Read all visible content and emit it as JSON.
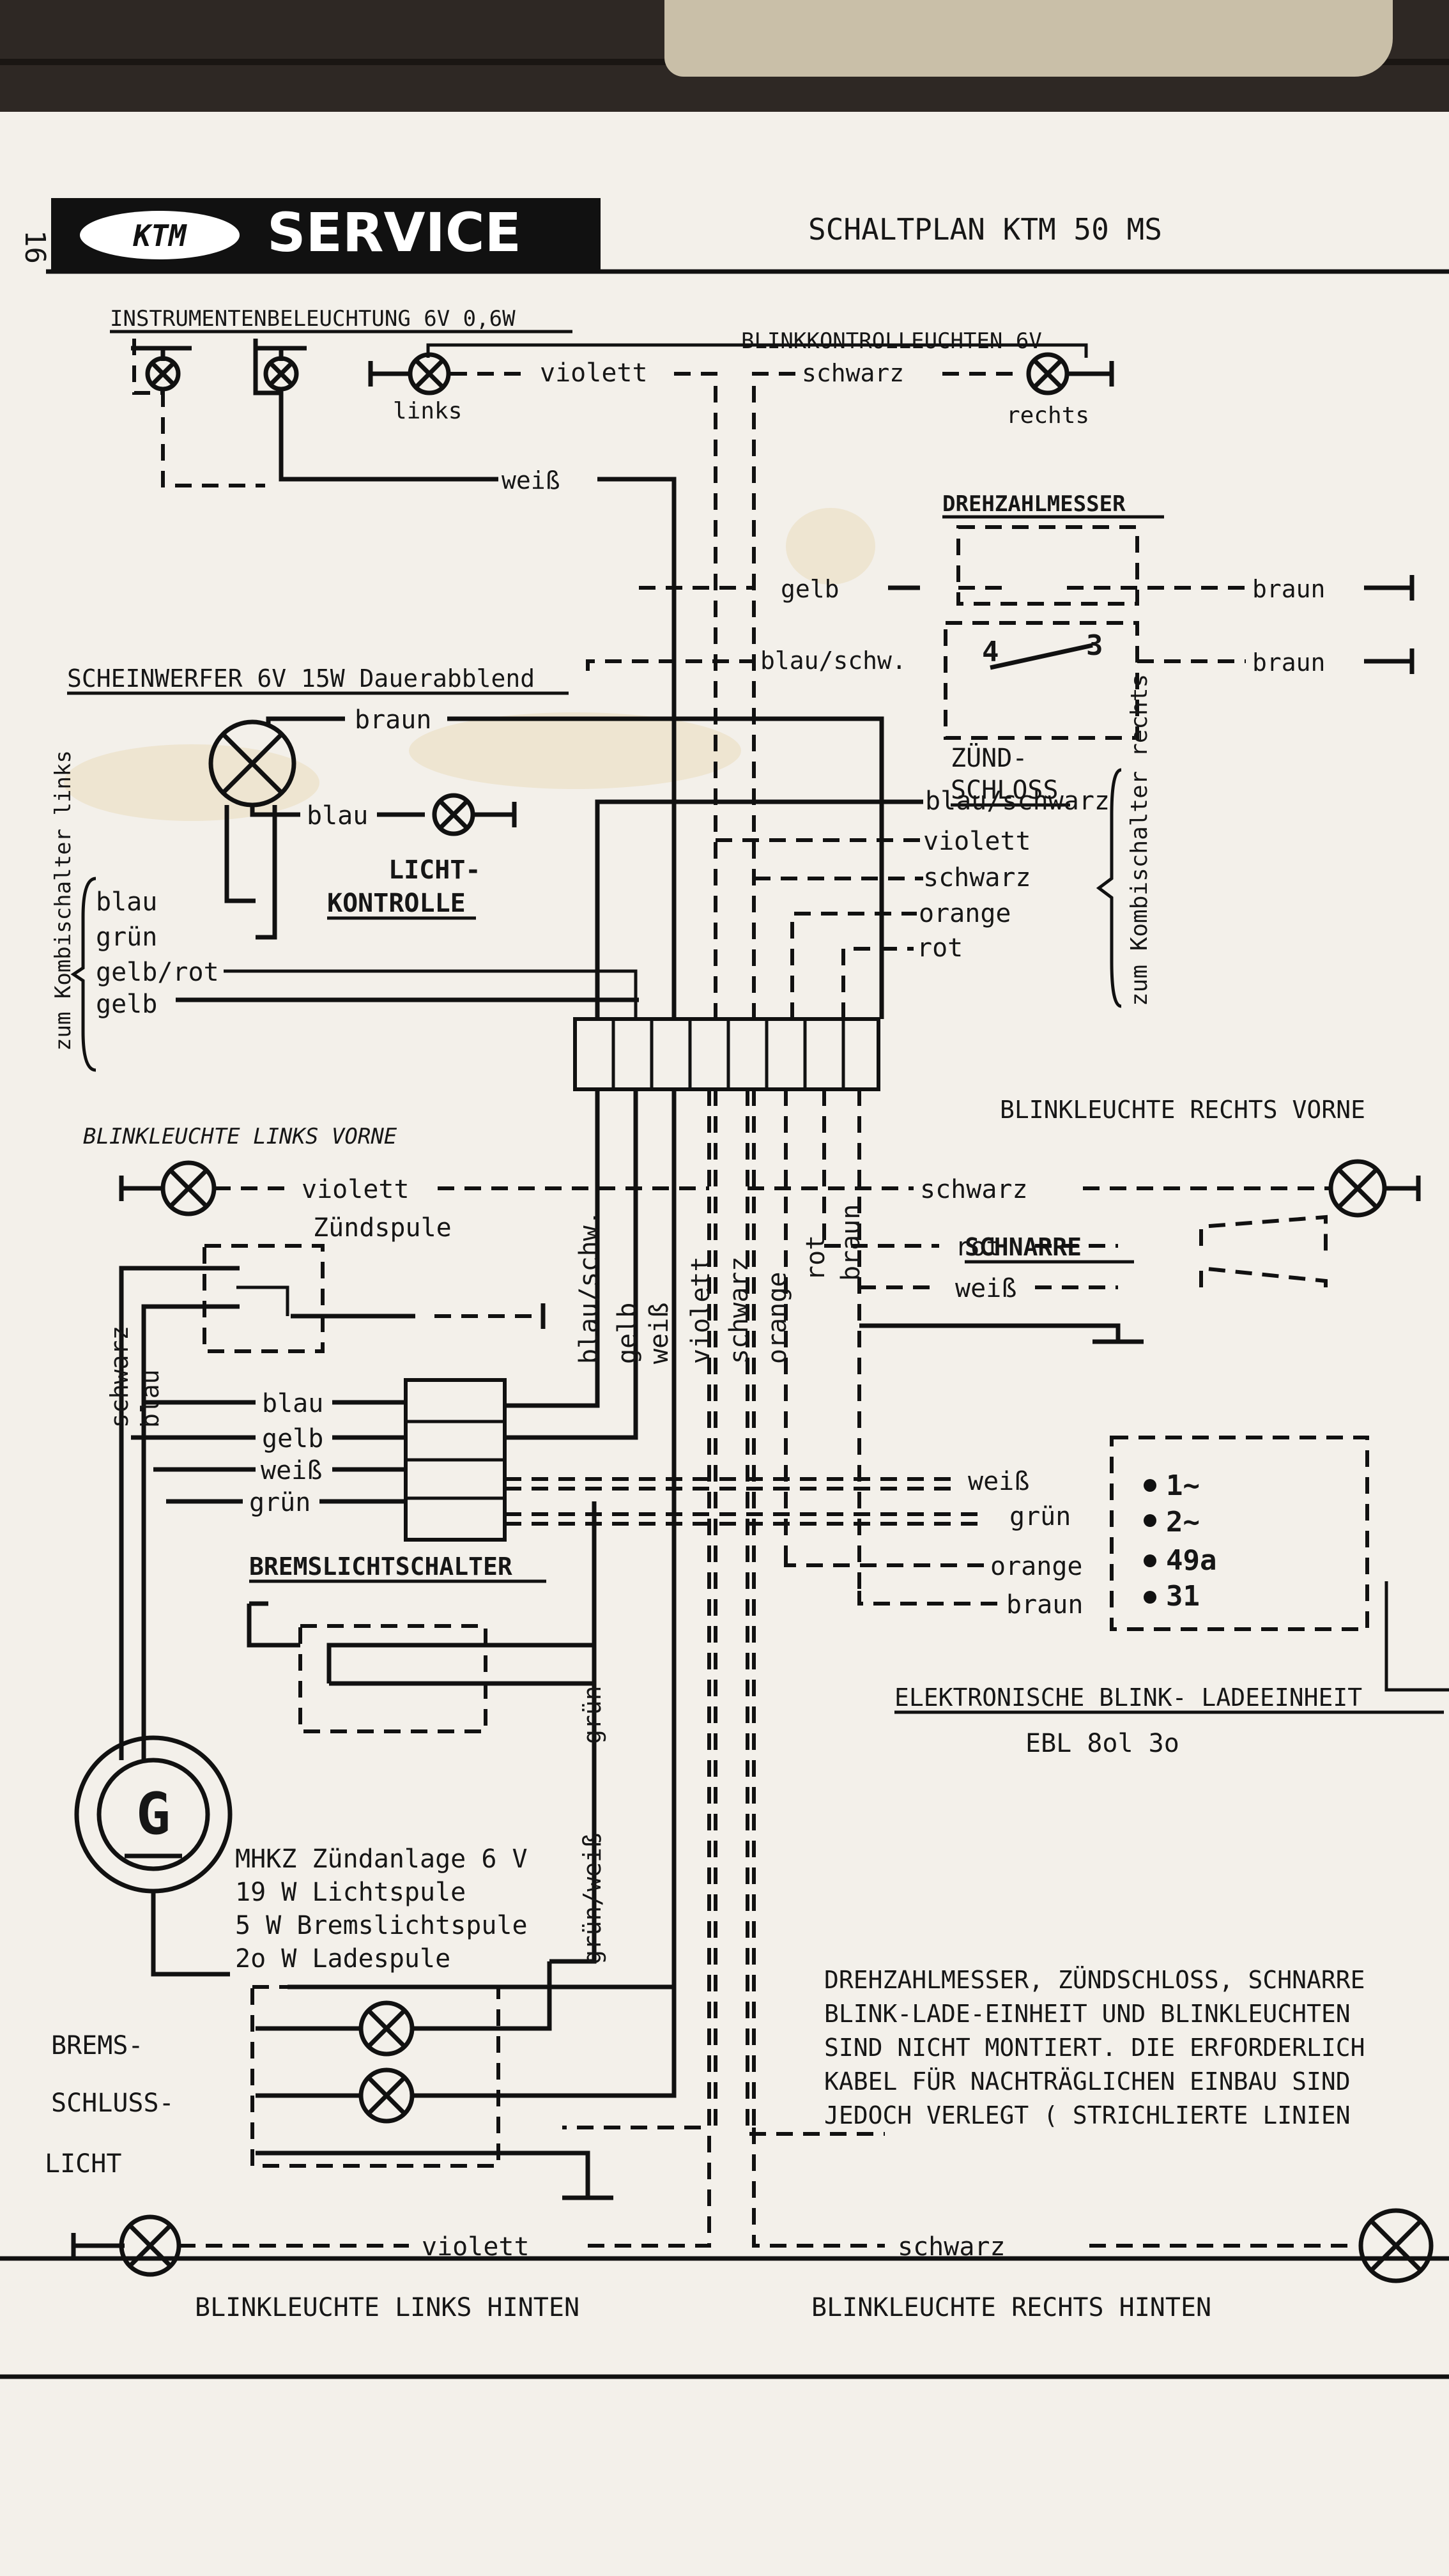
{
  "page_number": "16",
  "brand": {
    "logo_text": "KTM",
    "service_text": "SERVICE"
  },
  "title": "SCHALTPLAN  KTM 50 MS",
  "labels": {
    "instrument_light": "INSTRUMENTENBELEUCHTUNG 6V 0,6W",
    "blink_control": "BLINKKONTROLLEUCHTEN 6V",
    "links": "links",
    "rechts": "rechts",
    "violett": "violett",
    "schwarz": "schwarz",
    "weiss": "weiß",
    "drehzahlmesser": "DREHZAHLMESSER",
    "gelb": "gelb",
    "braun": "braun",
    "blau_schw": "blau/schw.",
    "zuendschloss_1": "ZÜND-",
    "zuendschloss_2": "SCHLOSS",
    "pin4": "4",
    "pin3": "3",
    "scheinwerfer": "SCHEINWERFER 6V 15W Dauerabblend",
    "blau": "blau",
    "licht_1": "LICHT-",
    "licht_2": "KONTROLLE",
    "blau_schwarz": "blau/schwarz",
    "orange": "orange",
    "rot": "rot",
    "kombischalter_rechts": "zum Kombischalter rechts",
    "kombischalter_links": "zum Kombischalter links",
    "gruen": "grün",
    "gelb_rot": "gelb/rot",
    "blink_links_vorne": "BLINKLEUCHTE LINKS VORNE",
    "blink_rechts_vorne": "BLINKLEUCHTE RECHTS VORNE",
    "zuendspule": "Zündspule",
    "schnarre": "SCHNARRE",
    "bremslichtschalter": "BREMSLICHTSCHALTER",
    "gruen_weiss": "grün/weiß",
    "term_1": "1~",
    "term_2": "2~",
    "term_49a": "49a",
    "term_31": "31",
    "ebl_title": "ELEKTRONISCHE BLINK- LADEEINHEIT",
    "ebl_code": "EBL 8ol 3o",
    "generator": "G",
    "mhkz_1": "MHKZ Zündanlage 6 V",
    "mhkz_2": "19 W Lichtspule",
    "mhkz_3": "5 W Bremslichtspule",
    "mhkz_4": "2o W Ladespule",
    "brems_1": "BREMS-",
    "brems_2": "SCHLUSS-",
    "brems_3": "LICHT",
    "note_1": "DREHZAHLMESSER, ZÜNDSCHLOSS, SCHNARRE",
    "note_2": "BLINK-LADE-EINHEIT UND BLINKLEUCHTEN",
    "note_3": "SIND NICHT MONTIERT. DIE ERFORDERLICH",
    "note_4": "KABEL FÜR NACHTRÄGLICHEN EINBAU SIND",
    "note_5": "JEDOCH VERLEGT ( STRICHLIERTE LINIEN",
    "blink_links_hinten": "BLINKLEUCHTE LINKS HINTEN",
    "blink_rechts_hinten": "BLINKLEUCHTE RECHTS HINTEN"
  },
  "connector_wires": [
    "blau/schw.",
    "gelb",
    "weiß",
    "violett",
    "schwarz",
    "orange",
    "rot",
    "braun"
  ],
  "colors": {
    "ink": "#111111",
    "paper": "#f3f0ea",
    "logo_bg": "#111111",
    "logo_fg": "#ffffff"
  }
}
